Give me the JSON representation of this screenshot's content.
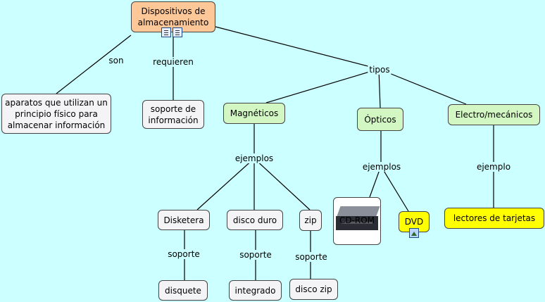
{
  "nodes": {
    "root": "Dispositivos de almacenamiento",
    "aparatos": "aparatos que utilizan un principio físico para almacenar información",
    "soporte_info": "soporte de información",
    "magneticos": "Magnéticos",
    "opticos": "Ópticos",
    "electro": "Electro/mecánicos",
    "disketera": "Disketera",
    "disco_duro": "disco duro",
    "zip": "zip",
    "disquete": "disquete",
    "integrado": "integrado",
    "disco_zip": "disco zip",
    "cdrom": "CD-ROM",
    "dvd": "DVD",
    "lectores": "lectores de tarjetas"
  },
  "links": {
    "son": "son",
    "requieren": "requieren",
    "tipos": "tipos",
    "ejemplos_mag": "ejemplos",
    "ejemplos_opt": "ejemplos",
    "ejemplo_elec": "ejemplo",
    "soporte_1": "soporte",
    "soporte_2": "soporte",
    "soporte_3": "soporte"
  },
  "icons": {
    "root_resources": [
      "document-icon",
      "document-icon"
    ],
    "dvd_resource": "image-icon",
    "cdrom_image": "cd-drive-image"
  },
  "colors": {
    "background": "#ccffff",
    "root": "#fdc797",
    "category": "#d2f7c3",
    "highlight": "#ffff00",
    "default_node": "#f4f4f7"
  }
}
